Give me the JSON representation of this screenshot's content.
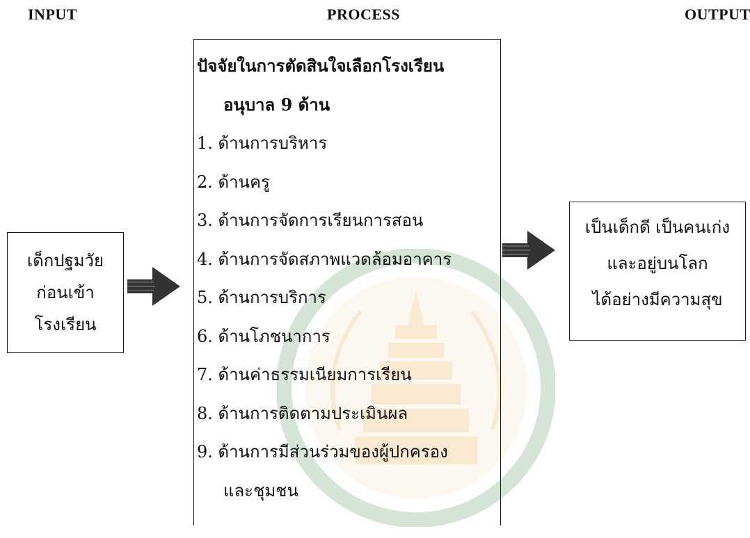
{
  "headings": {
    "input": "INPUT",
    "process": "PROCESS",
    "output": "OUTPUT"
  },
  "input_box": {
    "lines": [
      "เด็กปฐมวัย",
      "ก่อนเข้า",
      "โรงเรียน"
    ]
  },
  "process_box": {
    "title_line1": "ปัจจัยในการตัดสินใจเลือกโรงเรียน",
    "title_line2": "อนุบาล 9 ด้าน",
    "items": [
      "1. ด้านการบริหาร",
      "2. ด้านครู",
      "3. ด้านการจัดการเรียนการสอน",
      "4. ด้านการจัดสภาพแวดล้อมอาคาร",
      "5. ด้านการบริการ",
      "6. ด้านโภชนาการ",
      "7. ด้านค่าธรรมเนียมการเรียน",
      "8. ด้านการติดตามประเมินผล",
      "9. ด้านการมีส่วนร่วมของผู้ปกครอง"
    ],
    "item9_continued": "และชุมชน"
  },
  "output_box": {
    "lines": [
      "เป็นเด็กดี เป็นคนเก่ง",
      "และอยู่บนโลก",
      "ได้อย่างมีความสุข"
    ]
  },
  "colors": {
    "ink": "#1a1a1a",
    "arrow": "#333333",
    "watermark_gold": "#e0a030",
    "watermark_green": "#3e8a4a"
  },
  "icons": {
    "arrow": "right-arrow-icon",
    "watermark": "university-seal-watermark"
  }
}
